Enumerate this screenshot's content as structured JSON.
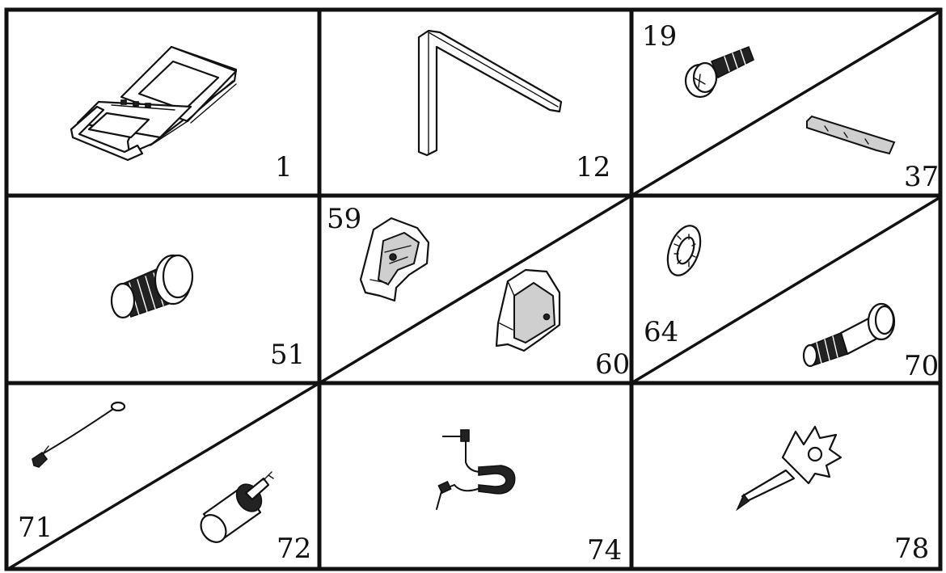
{
  "parts": [
    {
      "id": "p1",
      "label": "1",
      "icon": "treadmill-frame-icon"
    },
    {
      "id": "p12",
      "label": "12",
      "icon": "hex-key-icon"
    },
    {
      "id": "p19",
      "label": "19",
      "icon": "phillips-screw-icon"
    },
    {
      "id": "p37",
      "label": "37",
      "icon": "trim-strip-icon"
    },
    {
      "id": "p51",
      "label": "51",
      "icon": "threaded-bolt-icon"
    },
    {
      "id": "p59",
      "label": "59",
      "icon": "bracket-cover-icon"
    },
    {
      "id": "p60",
      "label": "60",
      "icon": "end-cap-icon"
    },
    {
      "id": "p64",
      "label": "64",
      "icon": "star-washer-icon"
    },
    {
      "id": "p70",
      "label": "70",
      "icon": "shoulder-bolt-icon"
    },
    {
      "id": "p71",
      "label": "71",
      "icon": "safety-key-cord-icon"
    },
    {
      "id": "p72",
      "label": "72",
      "icon": "audio-jack-adapter-icon"
    },
    {
      "id": "p74",
      "label": "74",
      "icon": "coiled-audio-cable-icon"
    },
    {
      "id": "p78",
      "label": "78",
      "icon": "multi-wrench-screwdriver-icon"
    }
  ]
}
